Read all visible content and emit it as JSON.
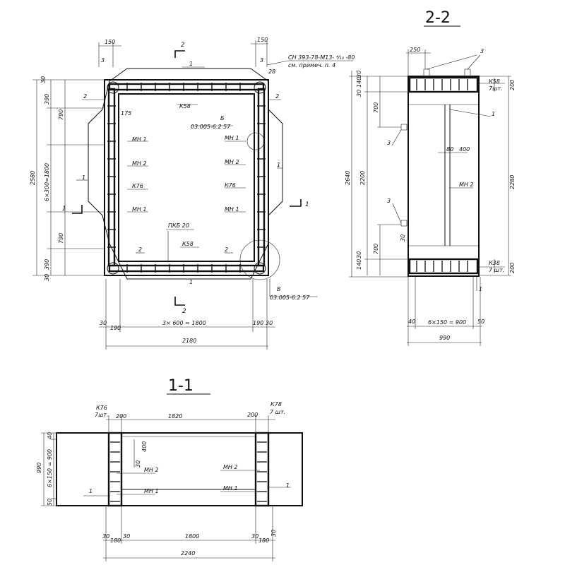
{
  "plan": {
    "dims": {
      "top_left": "150",
      "top_right": "150",
      "left_total": "2580",
      "left_top": "390",
      "left_790_top": "790",
      "left_mid": "6×300=1800",
      "left_790_bot": "790",
      "left_bot": "390",
      "left_30_top": "30",
      "left_30_bot": "30",
      "bottom_30_l": "30",
      "bottom_190_l": "190",
      "bottom_mid": "3× 600 = 1800",
      "bottom_190_r": "190",
      "bottom_30_r": "30",
      "bottom_total": "2180",
      "corner_r": "28"
    },
    "labels": {
      "section_top": "2",
      "section_bot": "2",
      "section_left": "1",
      "section_right": "1",
      "pos_1_top": "1",
      "pos_1_bot": "1",
      "pos_1_left": "1",
      "pos_1_right": "1",
      "pos_2_tl": "2",
      "pos_2_tr": "2",
      "pos_2_bl": "2",
      "pos_2_br": "2",
      "pos_3_tl": "3",
      "pos_3_tr": "3",
      "k58_top": "К58",
      "k58_bot": "К58",
      "b_top": "Б",
      "ref_top": "03.005-6.2  57",
      "mn1_l1": "МН 1",
      "mn2_l": "МН 2",
      "k76_l": "К76",
      "mn1_l2": "МН 1",
      "mn1_r1": "МН 1",
      "mn2_r": "МН 2",
      "k76_r": "К76",
      "mn1_r2": "МН 1",
      "pkb": "ПКБ 20",
      "v_bot": "В",
      "ref_bot": "03.005-6.2  57",
      "note_std": "СН 393-78-М13-  ⁴⁄₁₀ -80",
      "note_ref": "см. примеч. п. 4",
      "sm_175": "175"
    }
  },
  "section22": {
    "title": "2-2",
    "dims": {
      "top_250": "250",
      "pos3": "3",
      "k58": "К58",
      "k58_sht": "7шт.",
      "k38": "К38",
      "k38_sht": "7 шт.",
      "h_200_top": "200",
      "h_200_bot": "200",
      "h_700_top": "700",
      "h_700_bot": "700",
      "total_2640": "2640",
      "h_2200": "2200",
      "h_2280": "2280",
      "l30a": "30",
      "l140": "140",
      "l30b": "30",
      "l140b": "140",
      "l30c": "30",
      "d80": "80",
      "d400": "400",
      "mn2": "МН 2",
      "pos_3a": "3",
      "pos_3b": "3",
      "pos_1a": "1",
      "pos_1b": "1",
      "v30": "30",
      "b40": "40",
      "b_mid": "6×150 = 900",
      "b50": "50",
      "b_total": "990"
    }
  },
  "section11": {
    "title": "1-1",
    "dims": {
      "k76_l": "К76",
      "k76_l_sht": "7шт.",
      "w200_l": "200",
      "w1820": "1820",
      "w200_r": "200",
      "k78_r": "К78",
      "k78_sht": "7 шт.",
      "h990": "990",
      "h_mid": "6×150 = 900",
      "h40": "40",
      "h50": "50",
      "h400": "400",
      "h30": "30",
      "mn2_l": "МН 2",
      "mn1_l": "МН 1",
      "mn2_r": "МН 2",
      "mn1_r": "МН 1",
      "pos1_l": "1",
      "pos1_r": "1",
      "b30a": "30",
      "b180a": "180",
      "b30b": "30",
      "b1800": "1800",
      "b30c": "30",
      "b180b": "180",
      "b30d": "30",
      "b_total": "2240"
    }
  }
}
